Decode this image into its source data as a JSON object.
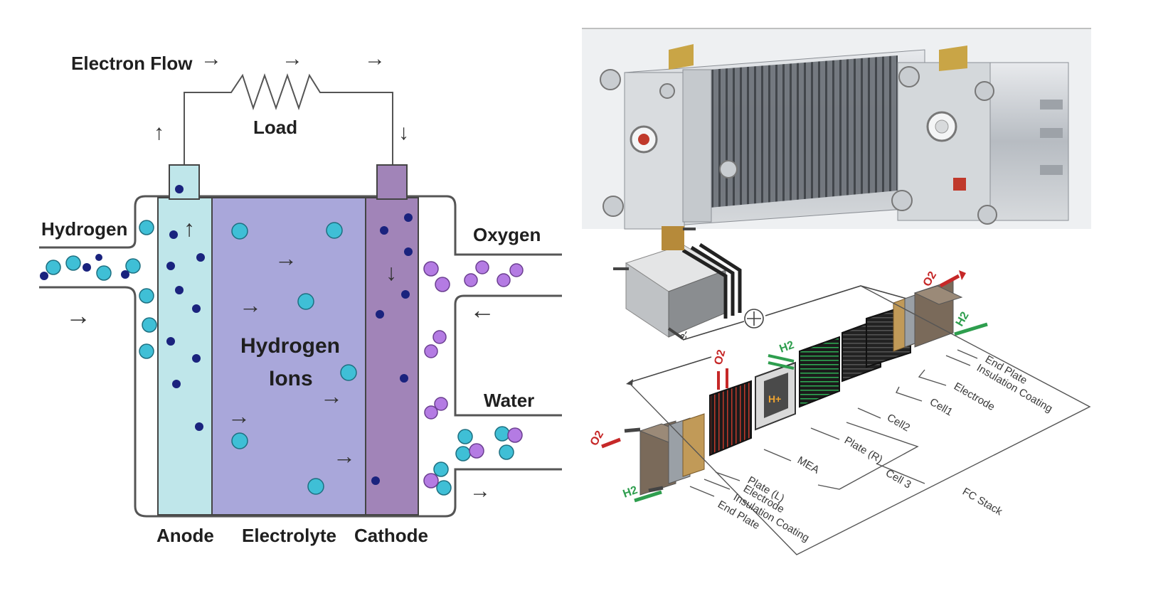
{
  "fuel_cell": {
    "electron_flow": "Electron Flow",
    "load": "Load",
    "hydrogen": "Hydrogen",
    "oxygen": "Oxygen",
    "water": "Water",
    "hydrogen_ions_line1": "Hydrogen",
    "hydrogen_ions_line2": "Ions",
    "anode": "Anode",
    "electrolyte": "Electrolyte",
    "cathode": "Cathode"
  },
  "stack": {
    "o2_top": "O2",
    "h2_right": "H2",
    "o2_mid": "O2",
    "h2_mid": "H2",
    "h_plus": "H+",
    "o2_left": "O2",
    "h2_left": "H2",
    "e_minus": "e-",
    "end_plate_r": "End Plate",
    "insulation_coating_r": "Insulation Coating",
    "electrode_r": "Electrode",
    "cell1": "Cell1",
    "cell2": "Cell2",
    "plate_r": "Plate (R)",
    "mea": "MEA",
    "plate_l": "Plate (L)",
    "cell3": "Cell 3",
    "fc_stack": "FC Stack",
    "electrode_l": "Electrode",
    "insulation_coating_l": "Insulation Coating",
    "end_plate_l": "End Plate"
  },
  "colors": {
    "anode": "#bfe6ea",
    "electrolyte": "#a9a7da",
    "cathode": "#a184b8",
    "h2_ion": "#3fbfd6",
    "electron": "#1a237e",
    "oxygen": "#b47be3",
    "o2_red": "#c62828",
    "h2_green": "#2e9e4e"
  }
}
